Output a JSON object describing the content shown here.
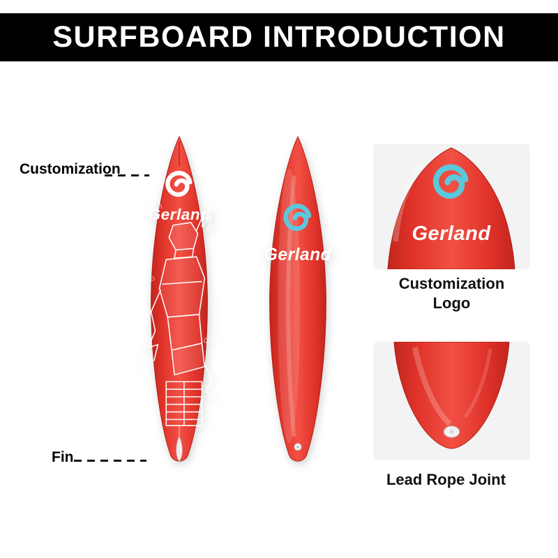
{
  "header": {
    "title": "SURFBOARD INTRODUCTION"
  },
  "brand": "Gerland",
  "annotations": {
    "customization": "Customization",
    "fin": "Fin"
  },
  "panels": {
    "logo": {
      "caption_line1": "Customization",
      "caption_line2": "Logo"
    },
    "tail": {
      "caption": "Lead Rope Joint"
    }
  },
  "icons": {
    "wave_logo": "wave-swirl"
  },
  "colors": {
    "banner_bg": "#000000",
    "banner_text": "#ffffff",
    "board_red": "#e8362b",
    "board_red_dark": "#c1261e",
    "logo_cyan": "#5cc8dc",
    "panel_bg": "#f3f3f3",
    "graphic_white": "#ffffff"
  }
}
